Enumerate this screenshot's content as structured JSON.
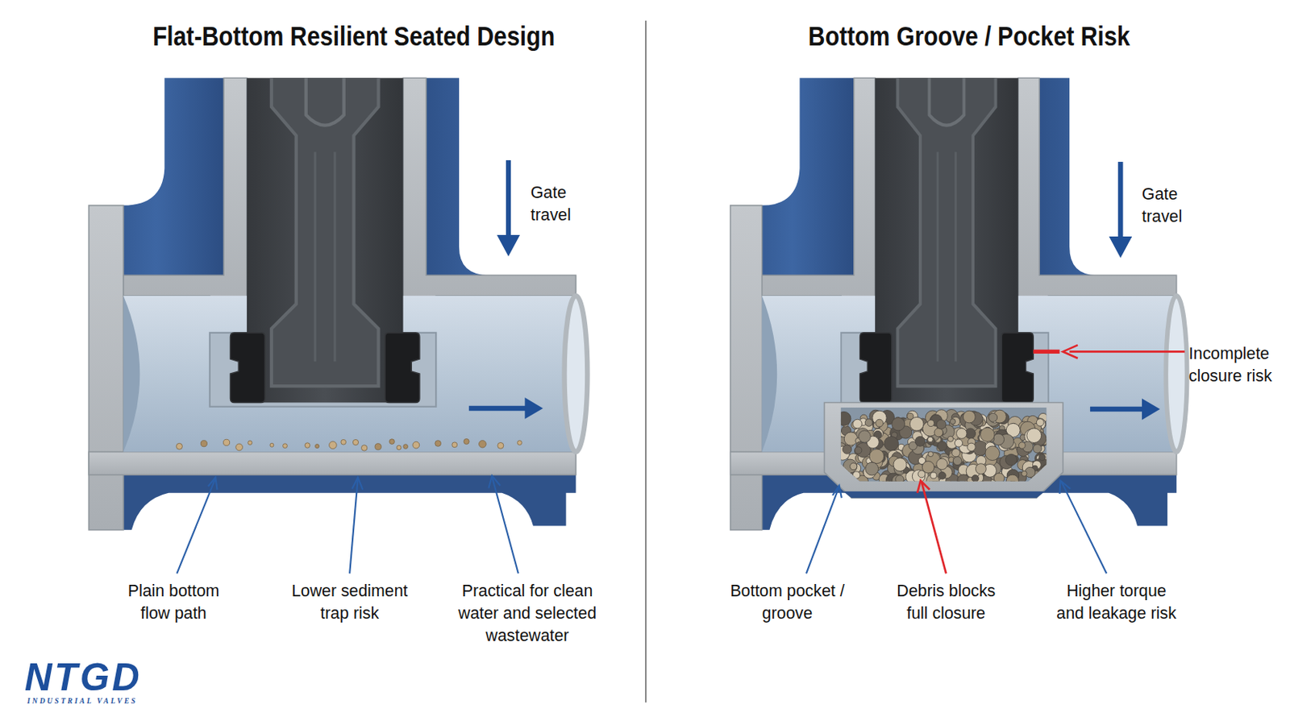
{
  "diagram": {
    "labels": [
      "Flat-Bottom Resilient Seated Design",
      "Bottom Groove / Pocket Risk",
      "Gate travel",
      "Plain bottom flow path",
      "Lower sediment trap risk",
      "Practical for clean water and selected wastewater",
      "Gate travel",
      "Incomplete closure risk",
      "Bottom pocket / groove",
      "Debris blocks full closure",
      "Higher torque and leakage risk",
      "NTGD",
      "INDUSTRIAL VALVES"
    ]
  }
}
